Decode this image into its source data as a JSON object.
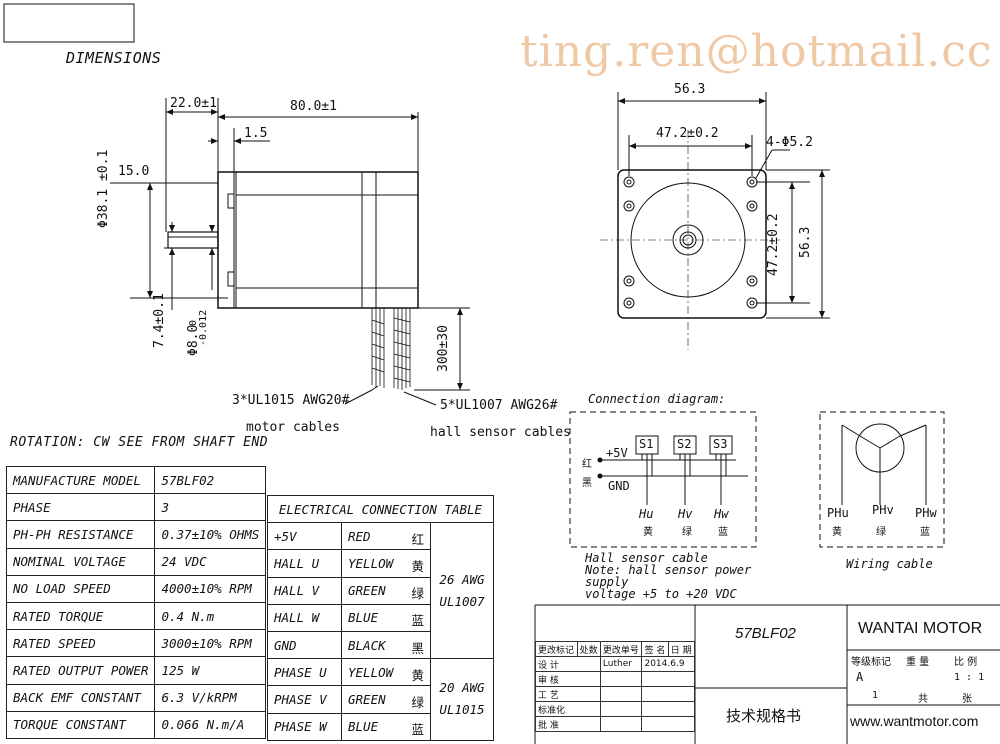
{
  "watermark": "ting.ren@hotmail.cc",
  "heading_dimensions": "DIMENSIONS",
  "side_view": {
    "dim_22": "22.0±1",
    "dim_80": "80.0±1",
    "dim_1_5": "1.5",
    "dim_15": "15.0",
    "dim_38": "Φ38.1 ±0.1",
    "dim_7_4": "7.4±0.1",
    "dim_8": "Φ8.0",
    "dim_8_tol_top": "0",
    "dim_8_tol_bot": "-0.012",
    "dim_300": "300±30",
    "motor_cable_spec": "3*UL1015 AWG20#",
    "motor_cable_label": "motor cables",
    "hall_cable_spec": "5*UL1007 AWG26#",
    "hall_cable_label": "hall sensor cables"
  },
  "front_view": {
    "dim_56_top": "56.3",
    "dim_47_top": "47.2±0.2",
    "holes": "4-Φ5.2",
    "dim_47_right": "47.2±0.2",
    "dim_56_right": "56.3"
  },
  "rotation_note": "ROTATION: CW SEE FROM SHAFT END",
  "specs": [
    {
      "label": "MANUFACTURE MODEL",
      "value": "57BLF02"
    },
    {
      "label": "PHASE",
      "value": "3"
    },
    {
      "label": "PH-PH RESISTANCE",
      "value": "0.37±10% OHMS"
    },
    {
      "label": "NOMINAL VOLTAGE",
      "value": "24 VDC"
    },
    {
      "label": "NO LOAD SPEED",
      "value": "4000±10% RPM"
    },
    {
      "label": "RATED TORQUE",
      "value": "0.4 N.m"
    },
    {
      "label": "RATED SPEED",
      "value": "3000±10% RPM"
    },
    {
      "label": "RATED OUTPUT POWER",
      "value": "125 W"
    },
    {
      "label": "BACK EMF CONSTANT",
      "value": "6.3 V/kRPM"
    },
    {
      "label": "TORQUE CONSTANT",
      "value": "0.066 N.m/A"
    }
  ],
  "ect": {
    "title": "ELECTRICAL CONNECTION TABLE",
    "rows": [
      {
        "sig": "+5V",
        "color": "RED",
        "zh": "红"
      },
      {
        "sig": "HALL U",
        "color": "YELLOW",
        "zh": "黄"
      },
      {
        "sig": "HALL V",
        "color": "GREEN",
        "zh": "绿"
      },
      {
        "sig": "HALL W",
        "color": "BLUE",
        "zh": "蓝"
      },
      {
        "sig": "GND",
        "color": "BLACK",
        "zh": "黑"
      },
      {
        "sig": "PHASE U",
        "color": "YELLOW",
        "zh": "黄"
      },
      {
        "sig": "PHASE V",
        "color": "GREEN",
        "zh": "绿"
      },
      {
        "sig": "PHASE W",
        "color": "BLUE",
        "zh": "蓝"
      }
    ],
    "group1": "26 AWG\nUL1007",
    "group2": "20 AWG\nUL1015"
  },
  "connection": {
    "title": "Connection diagram:",
    "v5": "+5V",
    "gnd": "GND",
    "red_zh": "红",
    "black_zh": "黑",
    "s1": "S1",
    "s2": "S2",
    "s3": "S3",
    "hu": "Hu",
    "hv": "Hv",
    "hw": "Hw",
    "hu_zh": "黄",
    "hv_zh": "绿",
    "hw_zh": "蓝",
    "note1": "Hall sensor cable",
    "note2": "Note: hall sensor power",
    "note3": "supply",
    "note4": "voltage +5 to +20 VDC"
  },
  "wiring": {
    "phu": "PHu",
    "phv": "PHv",
    "phw": "PHw",
    "phu_zh": "黄",
    "phv_zh": "绿",
    "phw_zh": "蓝",
    "caption": "Wiring cable"
  },
  "title_block": {
    "model": "57BLF02",
    "company": "WANTAI MOTOR",
    "doc_title": "技术规格书",
    "website": "www.wantmotor.com",
    "h_mark": "更改标记",
    "h_count": "处数",
    "h_docno": "更改单号",
    "h_sign": "签 名",
    "h_date": "日 期",
    "design": "设  计",
    "designer": "Luther",
    "design_date": "2014.6.9",
    "review": "审  核",
    "process": "工  艺",
    "standard": "标准化",
    "approve": "批  准",
    "grade_label": "等级标记",
    "weight_label": "重  量",
    "ratio_label": "比  例",
    "grade": "A",
    "ratio": "1 : 1",
    "sheet_no": "1",
    "total": "共",
    "sheets": "张"
  }
}
